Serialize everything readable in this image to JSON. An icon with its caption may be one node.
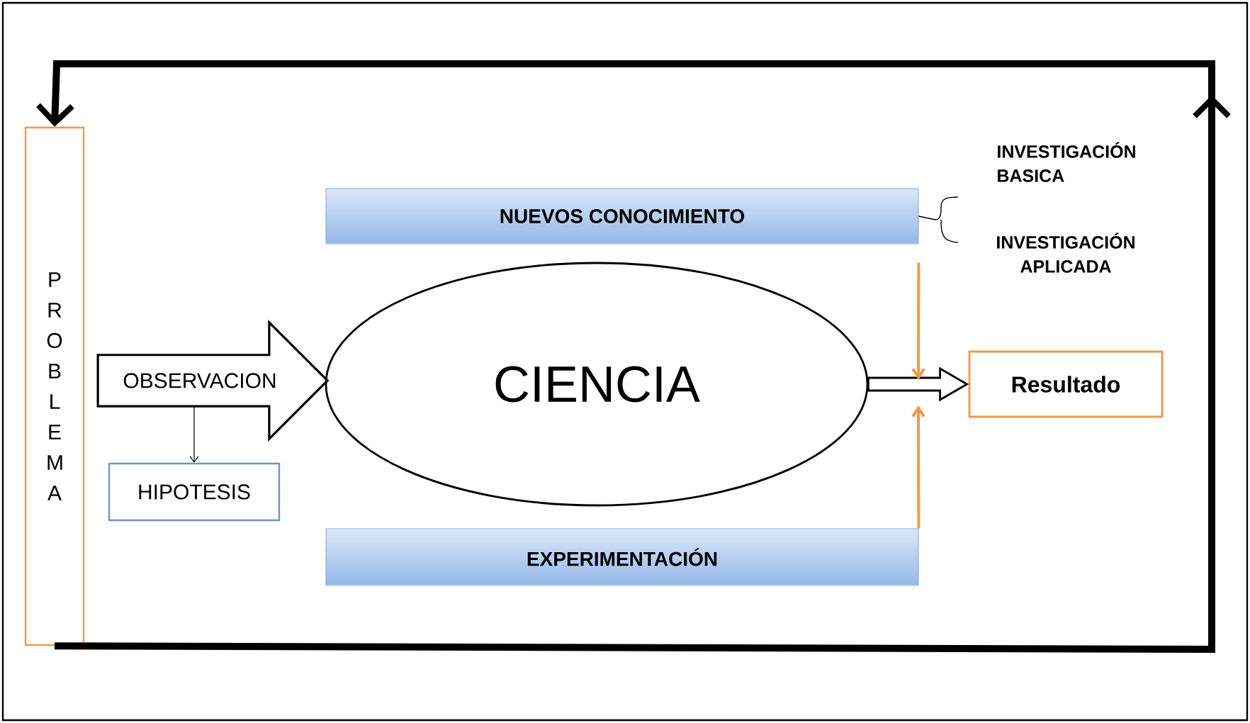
{
  "diagram": {
    "nodes": [
      {
        "text": [
          "P R O B L E M A"
        ]
      },
      {
        "text": [
          "OBSERVACION"
        ]
      },
      {
        "text": [
          "HIPOTESIS"
        ]
      },
      {
        "text": [
          "NUEVOS CONOCIMIENTO"
        ]
      },
      {
        "text": [
          "CIENCIA"
        ]
      },
      {
        "text": [
          "EXPERIMENTACIÓN"
        ]
      },
      {
        "text": [
          "Resultado"
        ]
      }
    ],
    "edges": [
      {
        "from": 0,
        "to": 0,
        "arrow": "to",
        "style": "thick"
      },
      {
        "from": 1,
        "to": 2,
        "arrow": "to"
      },
      {
        "from": 4,
        "to": 6,
        "arrow": "to"
      },
      {
        "from": 3,
        "to": null,
        "arrow": "to",
        "color": "#f79646"
      },
      {
        "from": 5,
        "to": null,
        "arrow": "to",
        "color": "#f79646"
      }
    ],
    "labels": [
      "INVESTIGACIÓN BASICA",
      "INVESTIGACIÓN APLICADA"
    ]
  }
}
